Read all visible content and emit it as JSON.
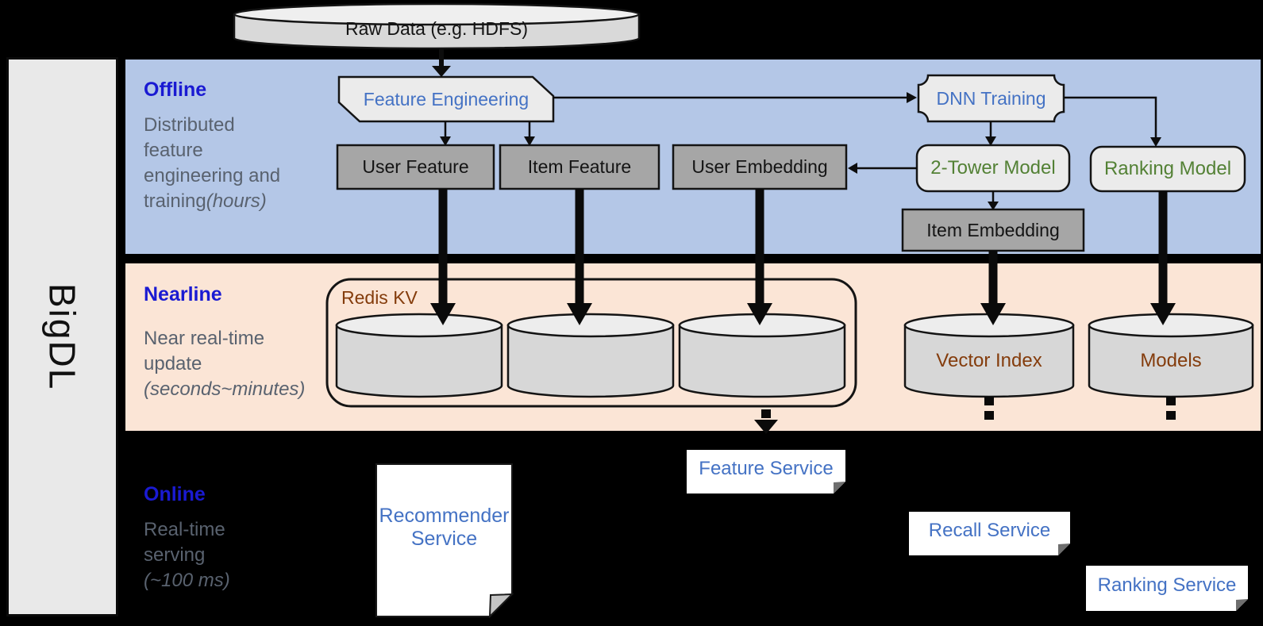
{
  "brand": "BigDL",
  "raw_data_label": "Raw Data (e.g. HDFS)",
  "bands": {
    "offline": {
      "title": "Offline",
      "line1": "Distributed",
      "line2": "feature",
      "line3": "engineering and",
      "line4": "training ",
      "line4_italic": "(hours)"
    },
    "nearline": {
      "title": "Nearline",
      "line1": "Near real-time",
      "line2": "update",
      "line3_italic": "(seconds~minutes)"
    },
    "online": {
      "title": "Online",
      "line1": "Real-time",
      "line2": "serving",
      "line3_italic": "(~100 ms)"
    }
  },
  "nodes": {
    "feature_engineering": "Feature Engineering",
    "dnn_training": "DNN Training",
    "user_feature": "User Feature",
    "item_feature": "Item Feature",
    "user_embedding": "User Embedding",
    "two_tower_model": "2-Tower Model",
    "ranking_model": "Ranking Model",
    "item_embedding": "Item Embedding",
    "redis_kv": "Redis KV",
    "vector_index": "Vector Index",
    "models": "Models",
    "recommender_service_line1": "Recommender",
    "recommender_service_line2": "Service",
    "feature_service": "Feature Service",
    "recall_service": "Recall Service",
    "ranking_service": "Ranking Service"
  },
  "colors": {
    "background": "#000000",
    "offline_band": "#b4c7e7",
    "nearline_band": "#fbe5d6",
    "sidebar": "#e9e9e9",
    "section_title_blue": "#1a1ad2",
    "subtitle_gray": "#59626f",
    "box_dark_gray": "#a6a6a6",
    "box_light_gray": "#ebebeb",
    "node_text_blue": "#4472c4",
    "model_text_green": "#538135",
    "storage_text_rust": "#843c0c",
    "cylinder_fill": "#d7d7d7"
  }
}
